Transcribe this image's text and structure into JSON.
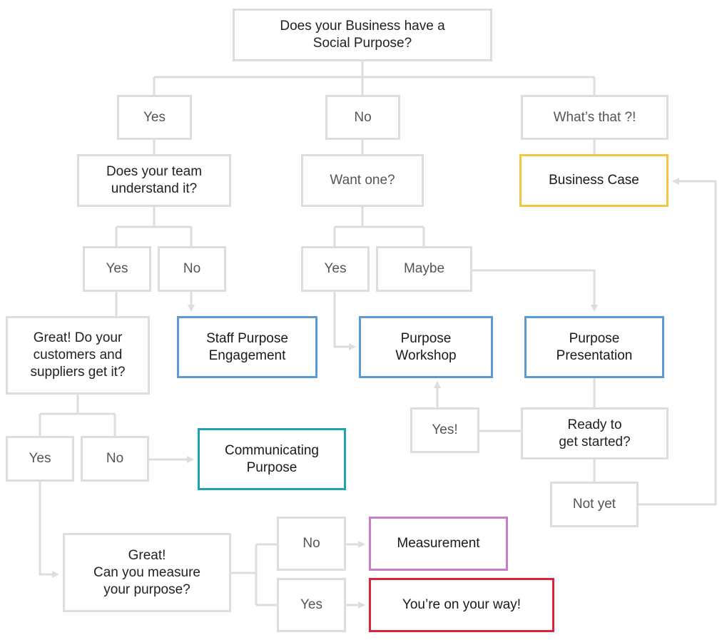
{
  "colors": {
    "connector": "#dddddd",
    "box_border": "#dddddd",
    "business_case": "#f4c542",
    "staff_purpose_engagement": "#5b9bd5",
    "purpose_workshop": "#5b9bd5",
    "purpose_presentation": "#5b9bd5",
    "communicating_purpose": "#1ea3b0",
    "measurement": "#c77ec4",
    "on_your_way": "#d9263a"
  },
  "nodes": {
    "q_social_purpose": "Does your Business have a\nSocial Purpose?",
    "a_yes_1": "Yes",
    "a_no_1": "No",
    "a_whats_that": "What’s that ?!",
    "q_team": "Does your team\nunderstand it?",
    "q_want_one": "Want one?",
    "r_business_case": "Business Case",
    "a_team_yes": "Yes",
    "a_team_no": "No",
    "a_want_yes": "Yes",
    "a_want_maybe": "Maybe",
    "q_customers": "Great! Do your\ncustomers and\nsuppliers get it?",
    "r_staff_engagement": "Staff Purpose\nEngagement",
    "r_purpose_workshop": "Purpose\nWorkshop",
    "r_purpose_presentation": "Purpose\nPresentation",
    "a_ready_yes": "Yes!",
    "q_ready": "Ready to\nget started?",
    "a_cust_yes": "Yes",
    "a_cust_no": "No",
    "r_communicating": "Communicating\nPurpose",
    "a_not_yet": "Not yet",
    "q_measure": "Great!\nCan you measure\nyour purpose?",
    "a_measure_no": "No",
    "a_measure_yes": "Yes",
    "r_measurement": "Measurement",
    "r_on_your_way": "You’re on your way!"
  }
}
